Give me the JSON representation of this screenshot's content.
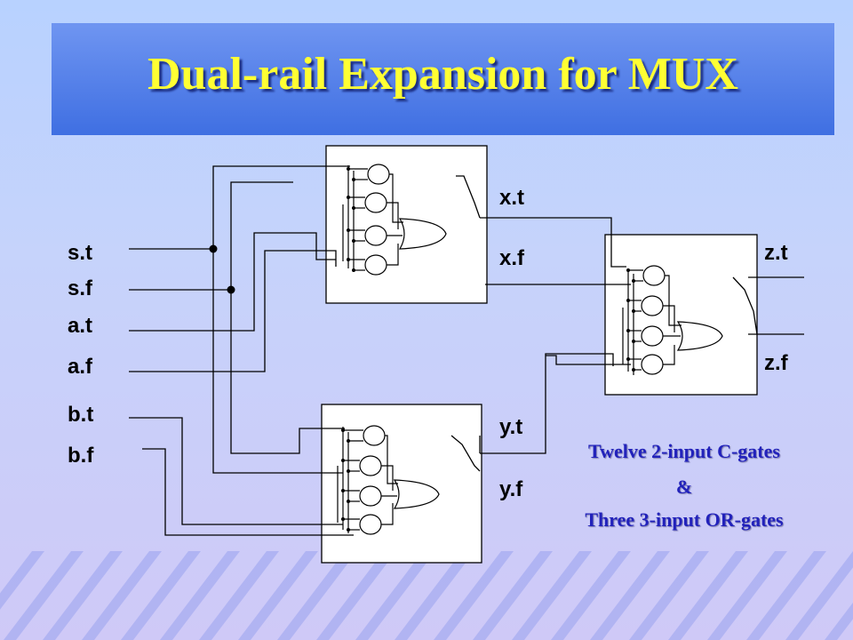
{
  "title": "Dual-rail Expansion for MUX",
  "inputs": {
    "st": "s.t",
    "sf": "s.f",
    "at": "a.t",
    "af": "a.f",
    "bt": "b.t",
    "bf": "b.f"
  },
  "intermediates": {
    "xt": "x.t",
    "xf": "x.f",
    "yt": "y.t",
    "yf": "y.f"
  },
  "outputs": {
    "zt": "z.t",
    "zf": "z.f"
  },
  "note": {
    "line1": "Twelve 2-input C-gates",
    "line2": "&",
    "line3": "Three 3-input OR-gates"
  },
  "colors": {
    "title_text": "#ffff33",
    "title_bar": "#4a79e8",
    "note_text": "#2222bb",
    "wire": "#000000",
    "block_fill": "#ffffff"
  }
}
